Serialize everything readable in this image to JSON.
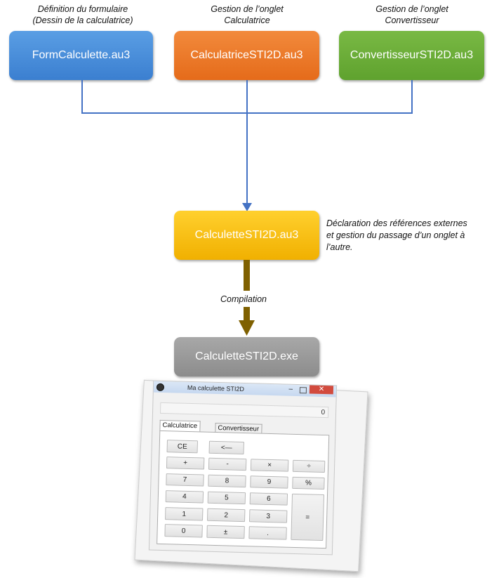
{
  "captions": [
    {
      "line1": "Définition du formulaire",
      "line2": "(Dessin de la calculatrice)"
    },
    {
      "line1": "Gestion de l’onglet",
      "line2": "Calculatrice"
    },
    {
      "line1": "Gestion de l’onglet",
      "line2": "Convertisseur"
    }
  ],
  "boxes": {
    "form": "FormCalculette.au3",
    "calc": "CalculatriceSTI2D.au3",
    "conv": "ConvertisseurSTI2D.au3",
    "main": "CalculetteSTI2D.au3",
    "exe": "CalculetteSTI2D.exe"
  },
  "side_note": {
    "line1": "Déclaration des références externes",
    "line2": "et gestion du passage d’un onglet à",
    "line3": "l’autre."
  },
  "compile_label": "Compilation",
  "colors": {
    "blue": "#4a90d9",
    "orange": "#ec7a2c",
    "green": "#6cae3a",
    "yellow": "#ffc000",
    "gray": "#999999",
    "connector": "#4472c4",
    "compile_arrow": "#7f6000"
  },
  "window": {
    "title": "Ma calculette STI2D",
    "minimize": "–",
    "close": "✕",
    "display_value": "0",
    "tabs": [
      "Calculatrice",
      "Convertisseur"
    ],
    "keys": {
      "ce": "CE",
      "back": "<—",
      "plus": "+",
      "minus": "-",
      "times": "×",
      "divide": "÷",
      "k7": "7",
      "k8": "8",
      "k9": "9",
      "percent": "%",
      "k4": "4",
      "k5": "5",
      "k6": "6",
      "k1": "1",
      "k2": "2",
      "k3": "3",
      "equals": "=",
      "k0": "0",
      "plusminus": "±",
      "dot": "."
    }
  }
}
